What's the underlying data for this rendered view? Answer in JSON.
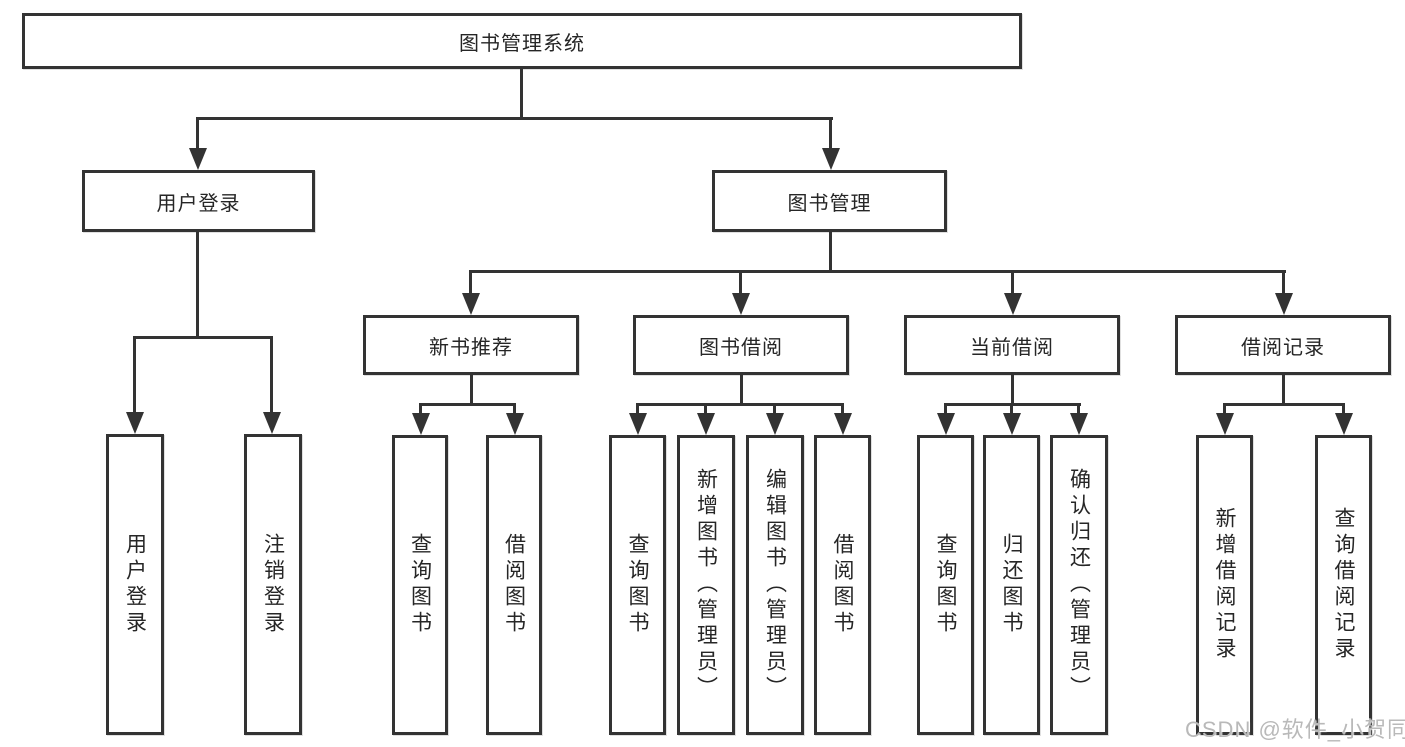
{
  "diagram": {
    "root": {
      "label": "图书管理系统"
    },
    "branches": [
      {
        "label": "用户登录",
        "children": [
          {
            "label": "用户登录"
          },
          {
            "label": "注销登录"
          }
        ]
      },
      {
        "label": "图书管理",
        "children": [
          {
            "label": "新书推荐",
            "children": [
              {
                "label": "查询图书"
              },
              {
                "label": "借阅图书"
              }
            ]
          },
          {
            "label": "图书借阅",
            "children": [
              {
                "label": "查询图书"
              },
              {
                "label": "新增图书（管理员）"
              },
              {
                "label": "编辑图书（管理员）"
              },
              {
                "label": "借阅图书"
              }
            ]
          },
          {
            "label": "当前借阅",
            "children": [
              {
                "label": "查询图书"
              },
              {
                "label": "归还图书"
              },
              {
                "label": "确认归还（管理员）"
              }
            ]
          },
          {
            "label": "借阅记录",
            "children": [
              {
                "label": "新增借阅记录"
              },
              {
                "label": "查询借阅记录"
              }
            ]
          }
        ]
      }
    ]
  },
  "watermark": {
    "text": "CSDN @软件_小贺同学"
  },
  "colors": {
    "line": "#333333",
    "box_border": "#333333",
    "text": "#262626",
    "watermark": "#b9b9b9",
    "background": "#ffffff"
  }
}
